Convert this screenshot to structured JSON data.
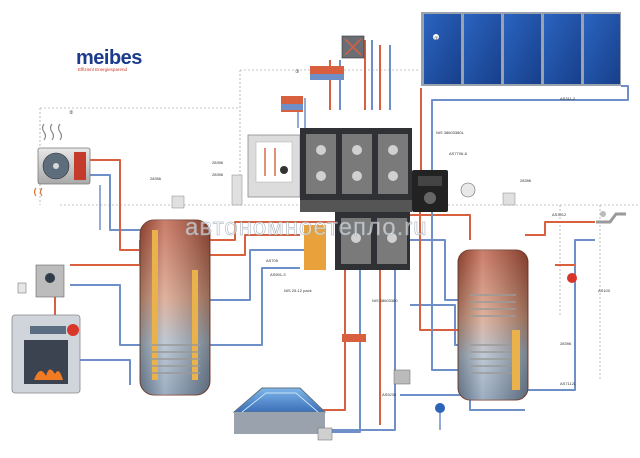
{
  "brand": {
    "name": "meibes",
    "tagline": "Effizient Energiesparend"
  },
  "watermark": "автономноетепло.ru",
  "labels": {
    "solar_panel_badge": "①",
    "solar_collector": "AS311-2",
    "hydraulic_module": "NIS 38603380L",
    "controller_group": "AS7706-8",
    "left_thermostat": "28396",
    "right_thermostat": "28396",
    "gas_boiler_a": "28396",
    "gas_boiler_b": "28396",
    "mixer_group": "AS705",
    "mixer_group_b": "AS591-3",
    "distributor": "NIS 25-12 pack",
    "manifold_valve": "NIS 38603380",
    "faucet": "AS3912",
    "circulation_valve": "AS100",
    "right_tank_a": "28396",
    "right_tank_b": "AS7112L",
    "pump_group_bottom": "AS5230",
    "marker_2": "②",
    "marker_3": "③"
  },
  "colors": {
    "hot": "#d9603f",
    "cold": "#6f8fc9",
    "accent": "#1b3c8c",
    "solar": "#2a63b8"
  }
}
